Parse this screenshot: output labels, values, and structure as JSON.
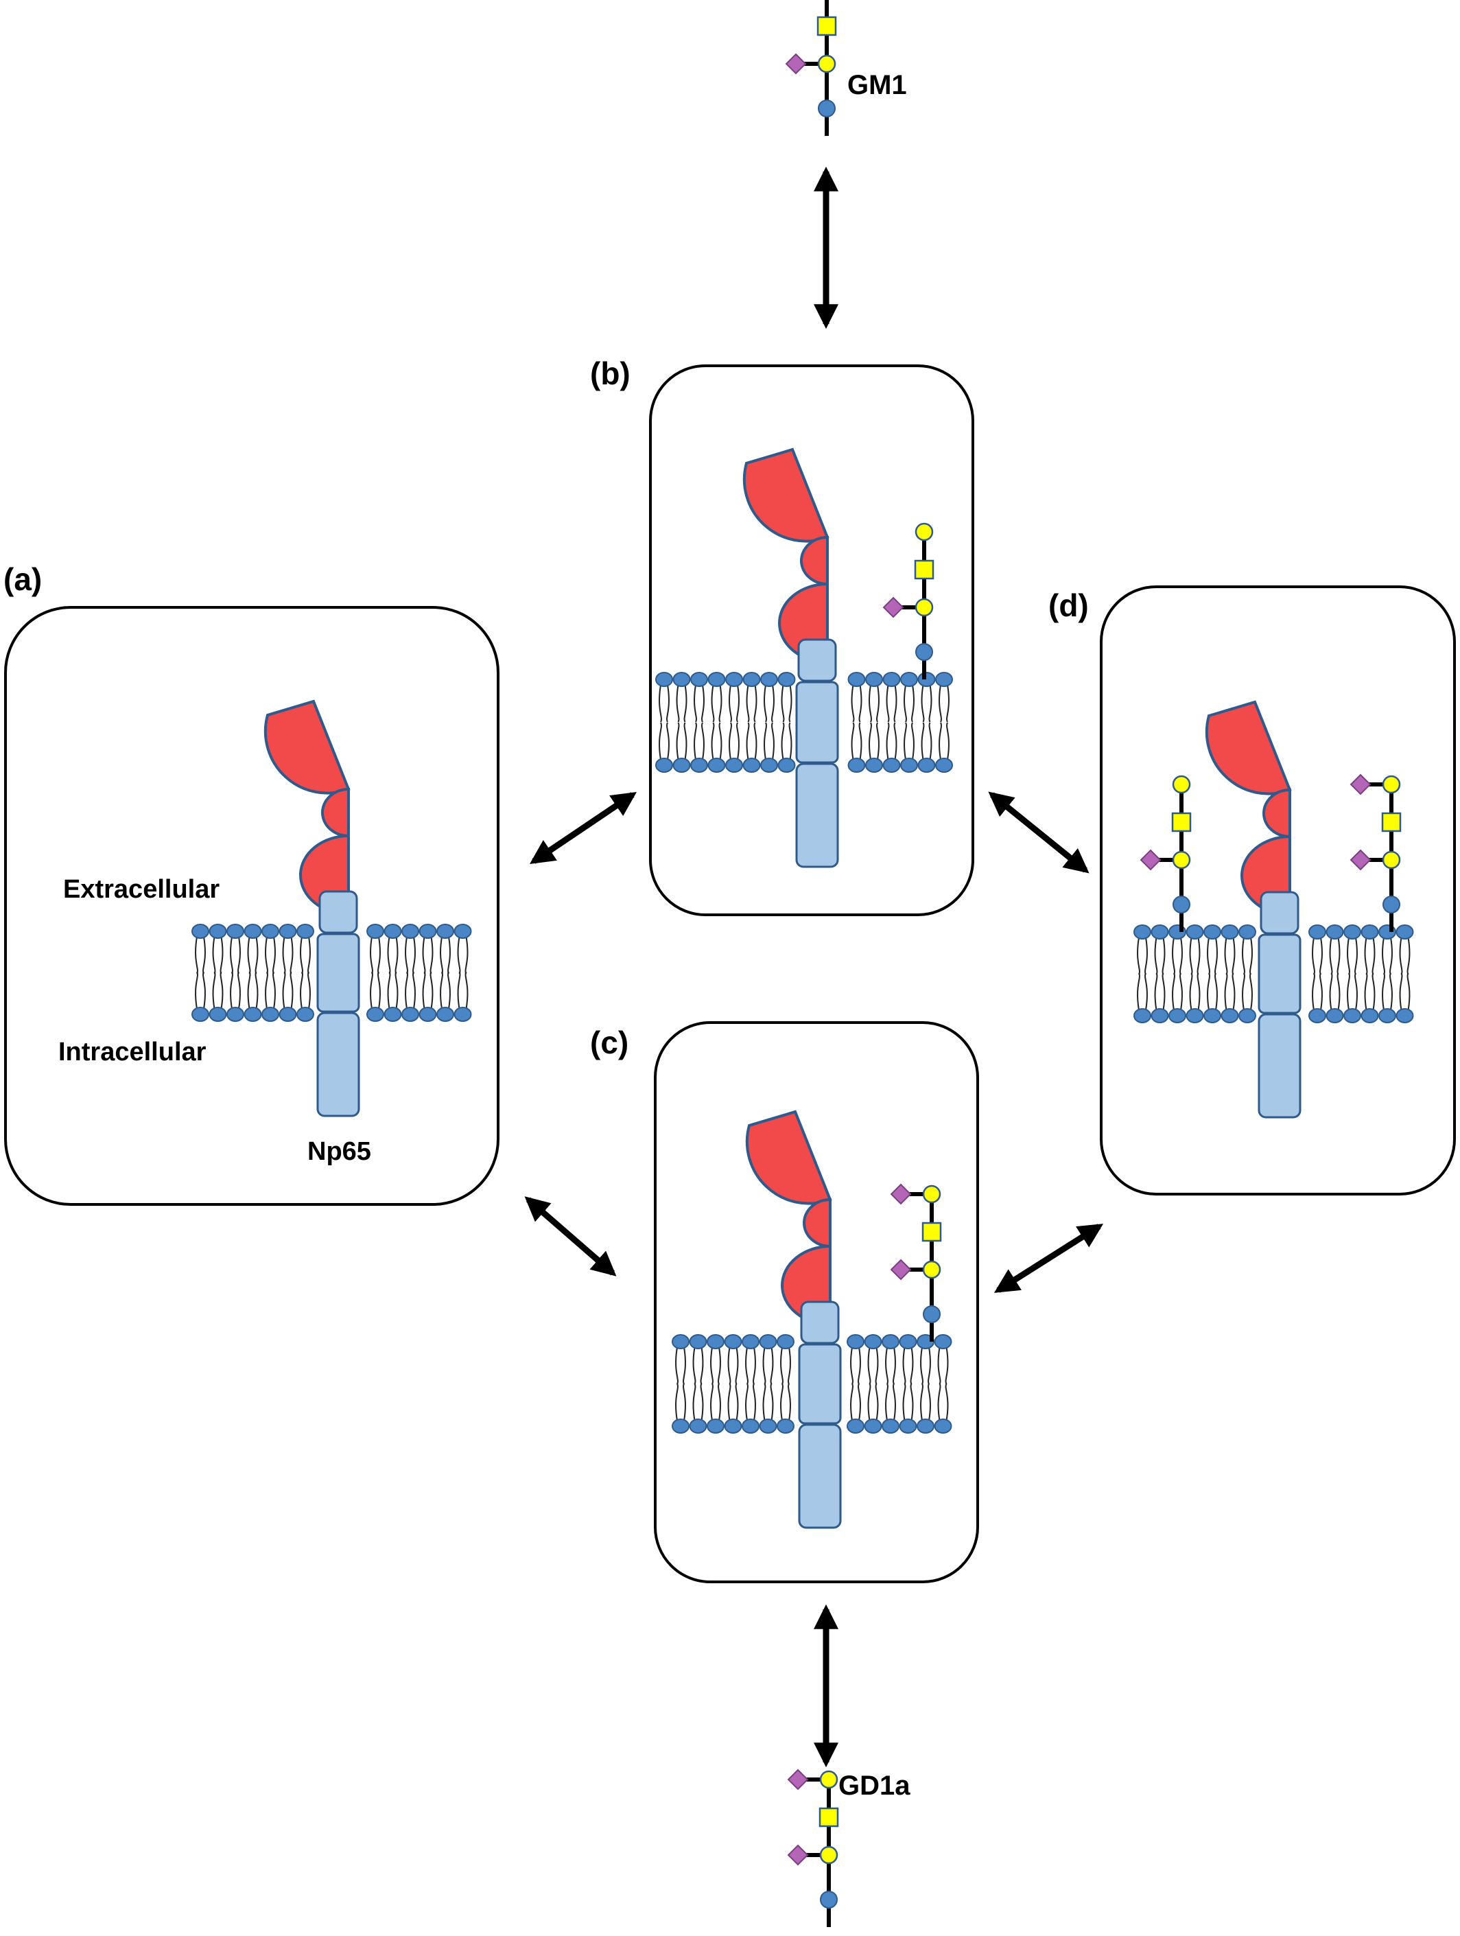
{
  "labels": {
    "panel_a": "(a)",
    "panel_b": "(b)",
    "panel_c": "(c)",
    "panel_d": "(d)",
    "extracellular": "Extracellular",
    "intracellular": "Intracellular",
    "np65": "Np65",
    "gm1": "GM1",
    "gd1a": "GD1a"
  },
  "colors": {
    "domain_red": "#f24a4a",
    "domain_stroke": "#2e5a8c",
    "transmembrane_blue": "#a8c8e8",
    "lipid_head_blue": "#4a86c6",
    "galactose_yellow": "#ffff00",
    "sialic_acid_purple": "#b565b8",
    "arrow_black": "#000000"
  },
  "panels": [
    {
      "id": "a",
      "ganglioside": "none"
    },
    {
      "id": "b",
      "ganglioside": "GM1"
    },
    {
      "id": "c",
      "ganglioside": "GD1a"
    },
    {
      "id": "d",
      "ganglioside": "GM1 + GD1a"
    }
  ],
  "icons": [
    "glucose-circle-icon",
    "galactose-circle-icon",
    "galnac-square-icon",
    "sialic-acid-diamond-icon"
  ]
}
